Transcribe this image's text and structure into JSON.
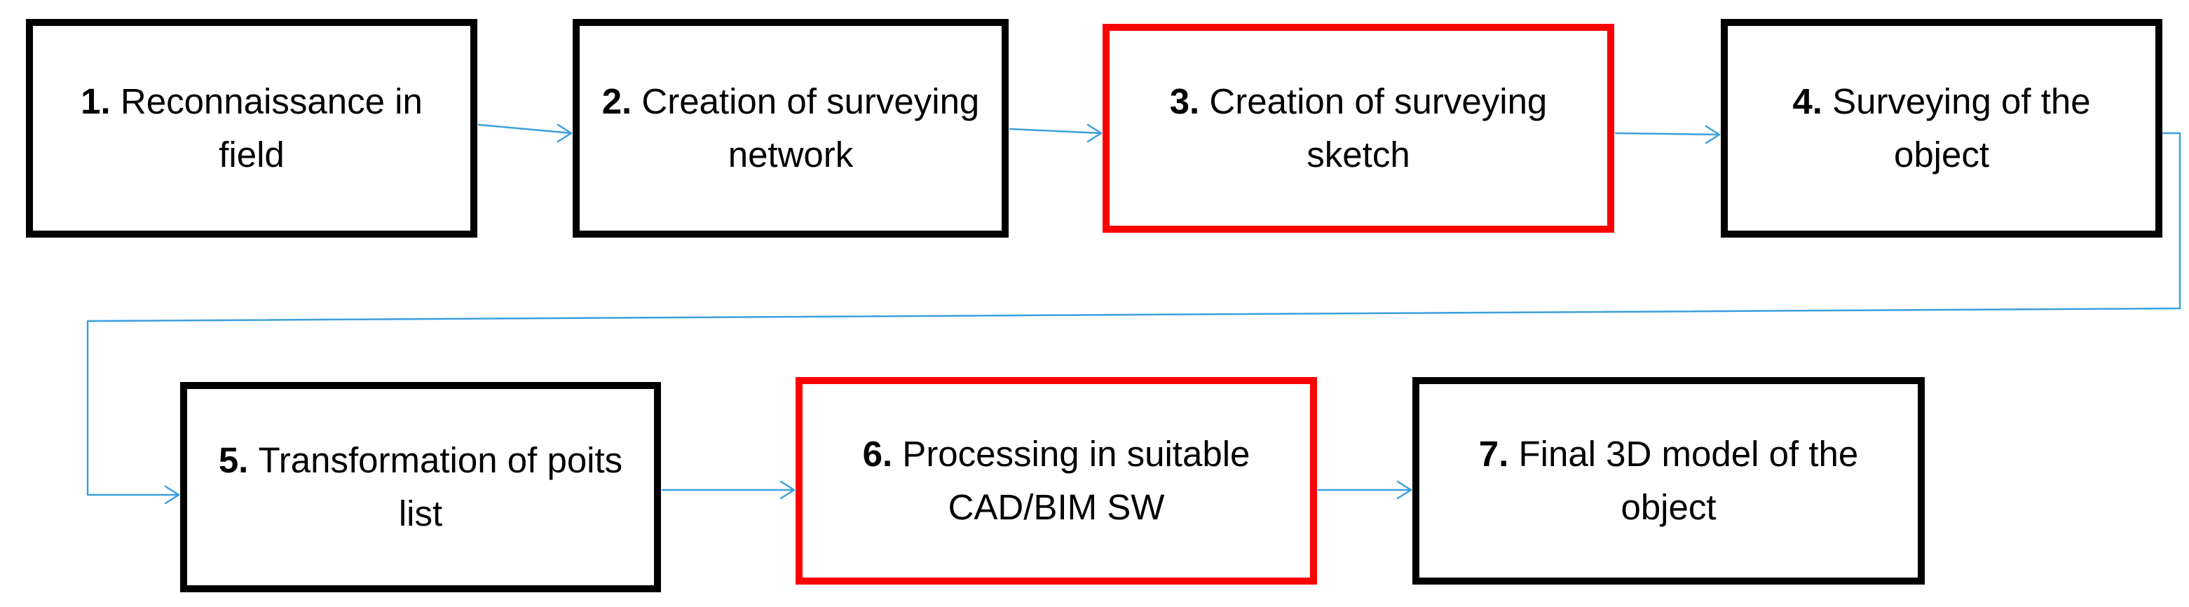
{
  "colors": {
    "box_border": "#000000",
    "highlight_border": "#ff0000",
    "connector": "#3ba0dc"
  },
  "steps": [
    {
      "number": "1.",
      "text": "Reconnaissance in field",
      "highlighted": false
    },
    {
      "number": "2.",
      "text": "Creation of surveying network",
      "highlighted": false
    },
    {
      "number": "3.",
      "text": "Creation of surveying sketch",
      "highlighted": true
    },
    {
      "number": "4.",
      "text": "Surveying of the object",
      "highlighted": false
    },
    {
      "number": "5.",
      "text": "Transformation of poits list",
      "highlighted": false
    },
    {
      "number": "6.",
      "text": "Processing in suitable CAD/BIM SW",
      "highlighted": true
    },
    {
      "number": "7.",
      "text": "Final 3D model of the object",
      "highlighted": false
    }
  ]
}
